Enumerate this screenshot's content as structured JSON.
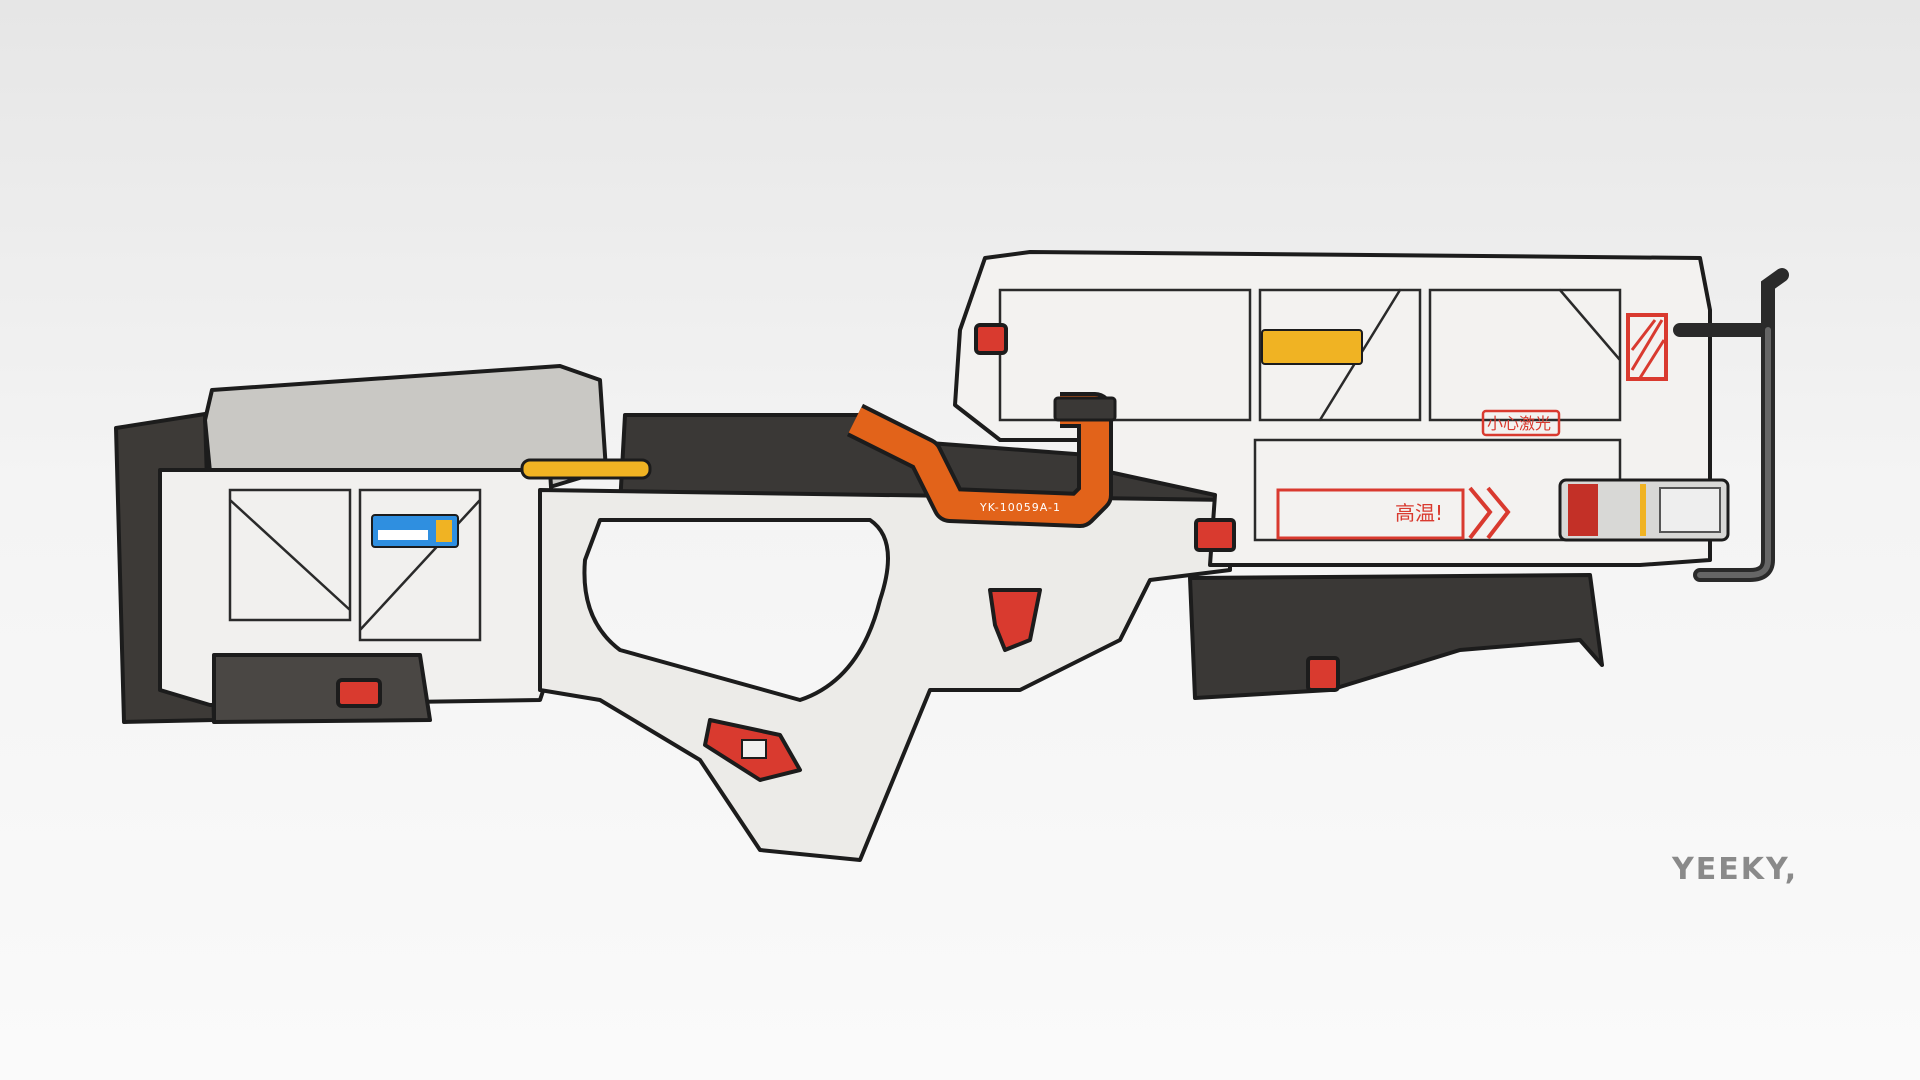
{
  "artwork": {
    "cable_label": "YK-10059A-1",
    "heat_warning": "高温!",
    "laser_warning": "小心激光",
    "signature": "YEEKY,"
  },
  "colors": {
    "white_body": "#f1f0ee",
    "dark_parts": "#3a3836",
    "orange_cable": "#e2631a",
    "accent_red": "#d93a2f",
    "sticker_blue": "#2f8fe0",
    "sticker_yellow": "#f0b323"
  }
}
